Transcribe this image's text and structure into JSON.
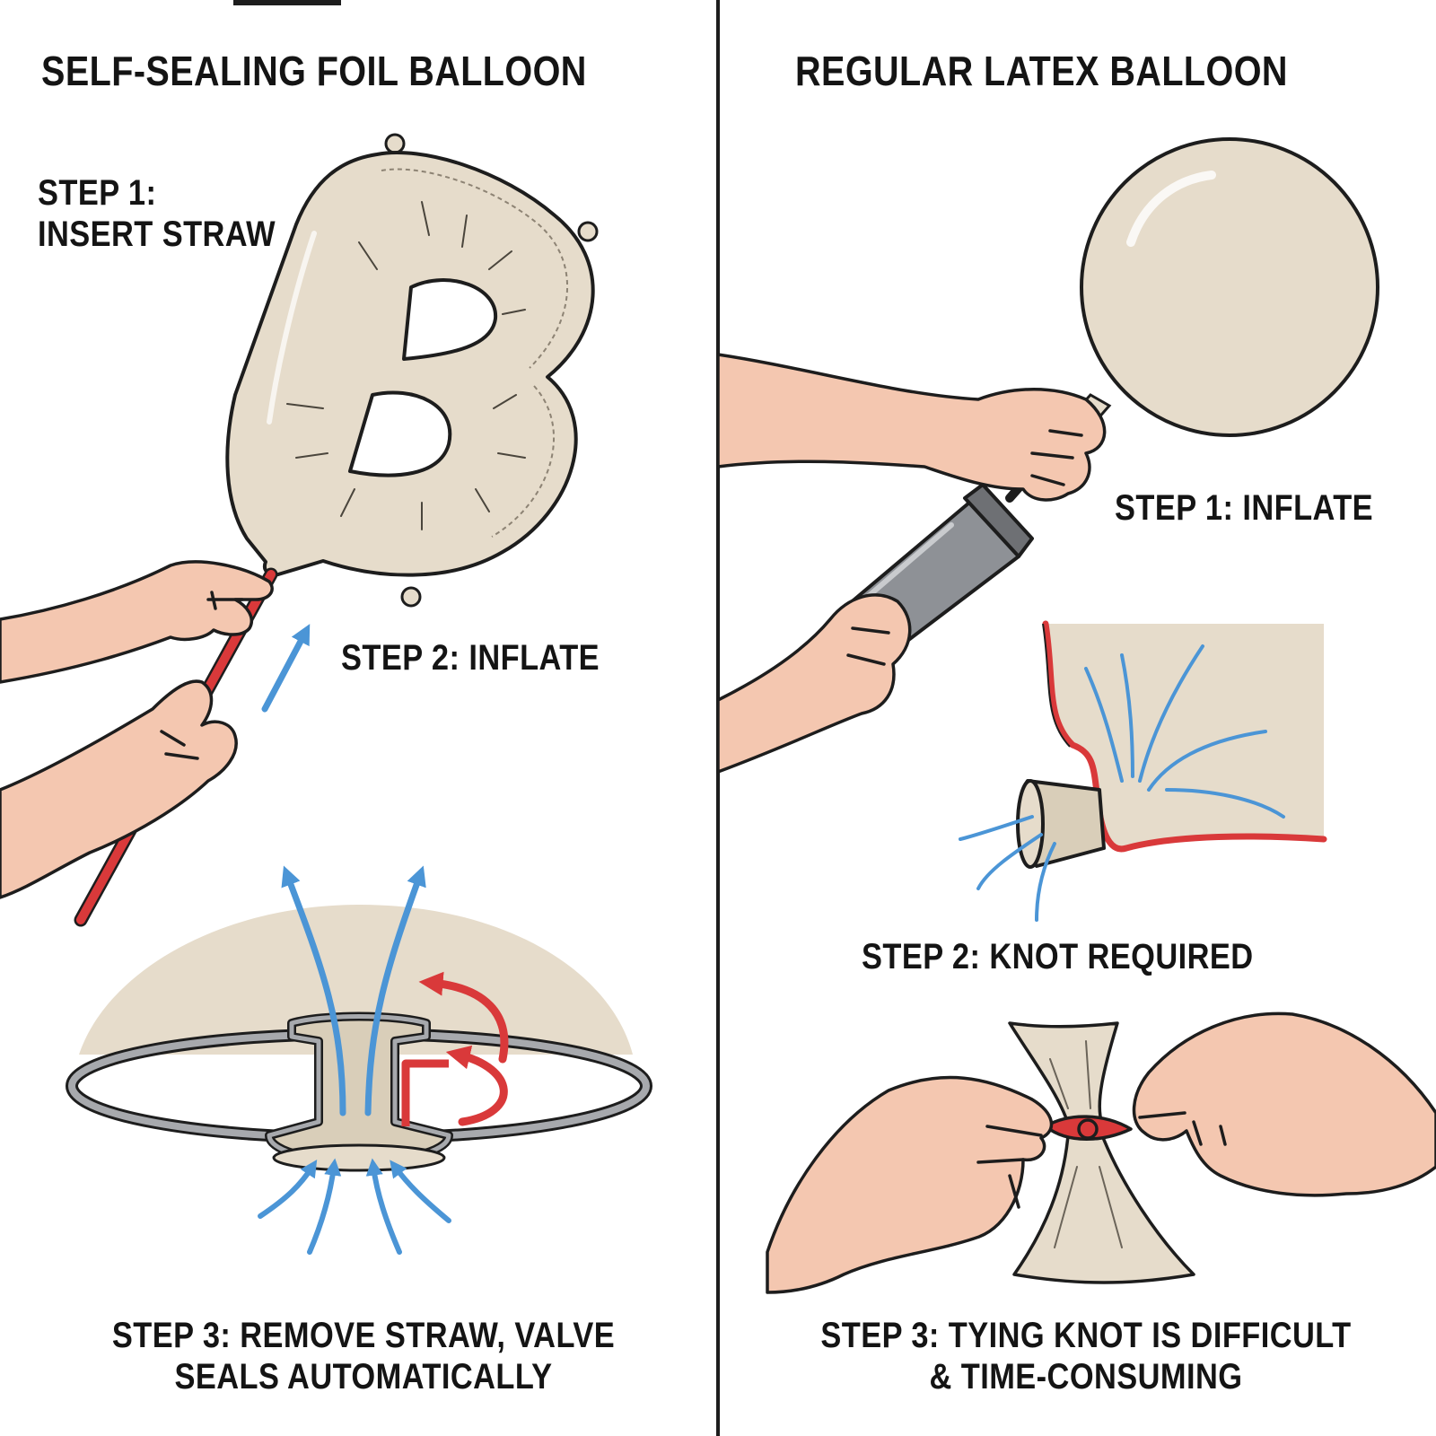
{
  "colors": {
    "fill": "#e6dccb",
    "fill_light": "#f3ece0",
    "skin": "#f4c7b0",
    "skin_shade": "#e3a98f",
    "ink": "#1d1d1d",
    "straw_red": "#d9393a",
    "arrow_blue": "#4b95d6",
    "pump_gray": "#8e9196"
  },
  "left_panel": {
    "title": "SELF-SEALING FOIL BALLOON",
    "step1": {
      "line1": "STEP 1:",
      "line2": "INSERT STRAW"
    },
    "step2": "STEP 2: INFLATE",
    "step3": {
      "line1": "STEP 3: REMOVE STRAW, VALVE",
      "line2": "SEALS AUTOMATICALLY"
    },
    "foil_letter": "B"
  },
  "right_panel": {
    "title": "REGULAR LATEX BALLOON",
    "step1": "STEP 1: INFLATE",
    "step2": "STEP 2: KNOT REQUIRED",
    "step3": {
      "line1": "STEP 3: TYING KNOT IS DIFFICULT",
      "line2": "& TIME-CONSUMING"
    }
  }
}
